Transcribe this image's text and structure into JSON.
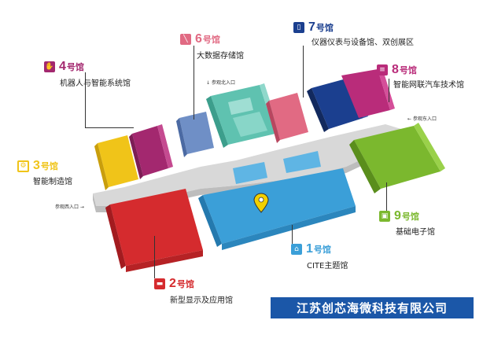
{
  "halls": [
    {
      "id": "1",
      "number": "1",
      "suffix": "号馆",
      "name": "CITE主题馆",
      "color": "#3b9fd8",
      "icon": "home-icon"
    },
    {
      "id": "2",
      "number": "2",
      "suffix": "号馆",
      "name": "新型显示及应用馆",
      "color": "#d52b2e",
      "icon": "display-icon"
    },
    {
      "id": "3",
      "number": "3",
      "suffix": "号馆",
      "name": "智能制造馆",
      "color": "#f0c419",
      "icon": "gear-icon"
    },
    {
      "id": "4",
      "number": "4",
      "suffix": "号馆",
      "name": "机器人与智能系统馆",
      "color": "#a3286f",
      "icon": "robot-icon"
    },
    {
      "id": "6",
      "number": "6",
      "suffix": "号馆",
      "name": "大数据存储馆",
      "color": "#e16a83",
      "icon": "data-icon"
    },
    {
      "id": "7",
      "number": "7",
      "suffix": "号馆",
      "name": "仪器仪表与设备馆、双创展区",
      "color": "#1b3f8f",
      "icon": "instrument-icon"
    },
    {
      "id": "8",
      "number": "8",
      "suffix": "号馆",
      "name": "智能网联汽车技术馆",
      "color": "#b92c7a",
      "icon": "car-icon"
    },
    {
      "id": "9",
      "number": "9",
      "suffix": "号馆",
      "name": "基础电子馆",
      "color": "#7bb82e",
      "icon": "chip-icon"
    }
  ],
  "entrances": {
    "north": "参观北入口",
    "east": "参观东入口",
    "west": "参观西入口"
  },
  "banner": "江苏创芯海微科技有限公司",
  "marker": "location-pin-icon"
}
